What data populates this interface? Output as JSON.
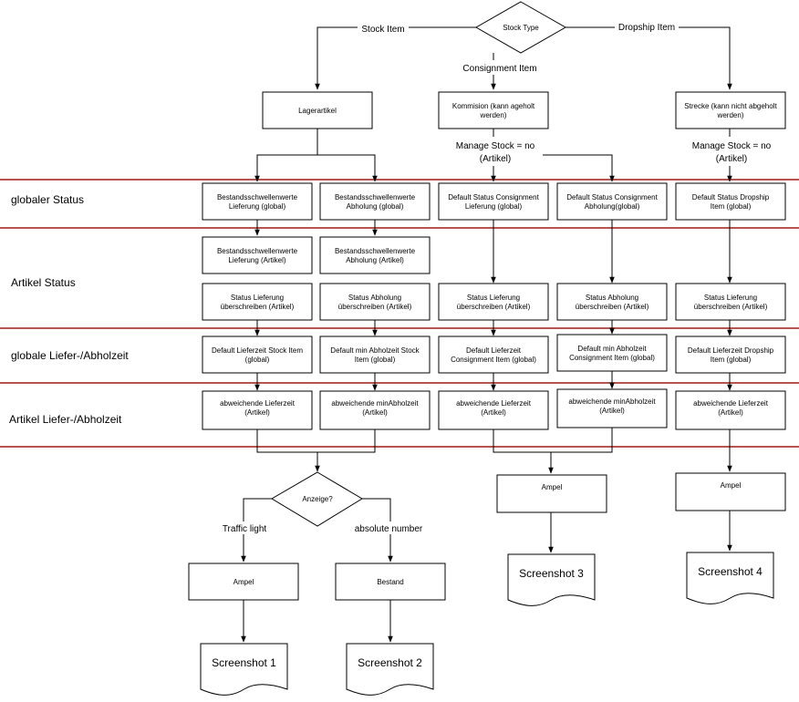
{
  "lanes": [
    "globaler Status",
    "Artikel Status",
    "globale Liefer-/Abholzeit",
    "Artikel Liefer-/Abholzeit"
  ],
  "decision_stock_type": "Stock Type",
  "decision_anzeige": "Anzeige?",
  "edge_labels": {
    "stock_item": "Stock Item",
    "dropship_item": "Dropship Item",
    "consignment_item": "Consignment Item",
    "manage_stock_line1": "Manage Stock = no",
    "manage_stock_line2": "(Artikel)",
    "manage_stock_b_line1": "Manage Stock = no",
    "manage_stock_b_line2": "(Artikel)",
    "traffic_light": "Traffic light",
    "absolute_number": "absolute number"
  },
  "boxes": {
    "lagerartikel": [
      "Lagerartikel"
    ],
    "kommision": [
      "Kommision (kann ageholt",
      "werden)"
    ],
    "strecke": [
      "Strecke (kann nicht abgeholt",
      "werden)"
    ],
    "gs1": [
      "Bestandsschwellenwerte",
      "Lieferung (global)"
    ],
    "gs2": [
      "Bestandsschwellenwerte",
      "Abholung (global)"
    ],
    "gs3": [
      "Default Status Consignment",
      "Lieferung (global)"
    ],
    "gs4": [
      "Default Status Consignment",
      "Abholung(global)"
    ],
    "gs5": [
      "Default Status Dropship",
      "Item (global)"
    ],
    "as1": [
      "Bestandsschwellenwerte",
      "Lieferung (Artikel)"
    ],
    "as2": [
      "Bestandsschwellenwerte",
      "Abholung (Artikel)"
    ],
    "so1": [
      "Status Lieferung",
      "überschreiben (Artikel)"
    ],
    "so2": [
      "Status Abholung",
      "überschreiben (Artikel)"
    ],
    "so3": [
      "Status Lieferung",
      "überschreiben (Artikel)"
    ],
    "so4": [
      "Status Abholung",
      "überschreiben (Artikel)"
    ],
    "so5": [
      "Status Lieferung",
      "überschreiben (Artikel)"
    ],
    "gl1": [
      "Default Lieferzeit Stock Item",
      "(global)"
    ],
    "gl2": [
      "Default min Abholzeit Stock",
      "Item (global)"
    ],
    "gl3": [
      "Default Lieferzeit",
      "Consignment Item (global)"
    ],
    "gl4": [
      "Default min Abholzeit",
      "Consignment Item (global)"
    ],
    "gl5": [
      "Default Lieferzeit Dropship",
      "Item (global)"
    ],
    "al1": [
      "abweichende Lieferzeit",
      "(Artikel)"
    ],
    "al2": [
      "abweichende minAbholzeit",
      "(Artikel)"
    ],
    "al3": [
      "abweichende Lieferzeit",
      "(Artikel)"
    ],
    "al4": [
      "abweichende minAbholzeit",
      "(Artikel)"
    ],
    "al5": [
      "abweichende Lieferzeit",
      "(Artikel)"
    ],
    "ampel1": [
      "Ampel"
    ],
    "bestand": [
      "Bestand"
    ],
    "ampel3": [
      "Ampel"
    ],
    "ampel4": [
      "Ampel"
    ]
  },
  "documents": {
    "s1": "Screenshot 1",
    "s2": "Screenshot 2",
    "s3": "Screenshot 3",
    "s4": "Screenshot 4"
  },
  "colors": {
    "lane_line": "#b85450",
    "stroke": "#000000",
    "fill": "#ffffff"
  }
}
